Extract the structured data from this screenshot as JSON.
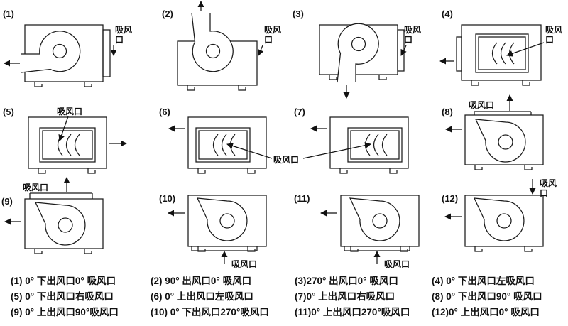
{
  "colors": {
    "line": "#1a1a1a",
    "background": "#ffffff"
  },
  "units": [
    {
      "num": "(1)",
      "inlet": "吸风口"
    },
    {
      "num": "(2)",
      "inlet": "吸风口"
    },
    {
      "num": "(3)",
      "inlet": "吸风口"
    },
    {
      "num": "(4)",
      "inlet": "吸风口"
    },
    {
      "num": "(5)",
      "inlet": "吸风口"
    },
    {
      "num": "(6)",
      "inlet": "吸风口"
    },
    {
      "num": "(7)",
      "inlet": ""
    },
    {
      "num": "(8)",
      "inlet": "吸风口"
    },
    {
      "num": "(9)",
      "inlet": "吸风口"
    },
    {
      "num": "(10)",
      "inlet": "吸风口"
    },
    {
      "num": "(11)",
      "inlet": "吸风口"
    },
    {
      "num": "(12)",
      "inlet": "吸风口"
    }
  ],
  "captions": [
    "(1) 0° 下出风口0° 吸风口",
    "(2) 90° 出风口0° 吸风口",
    "(3)270° 出风口0° 吸风口",
    "(4) 0° 下出风口左吸风口",
    "(5) 0° 下出风口右吸风口",
    "(6) 0° 上出风口左吸风口",
    "(7)0° 上出风口右吸风口",
    "(8) 0° 下出风口90° 吸风口",
    "(9) 0° 上出风口90°吸风口",
    "(10) 0° 下出风口270°吸风口",
    "(11)0° 上出风口270°吸风口",
    "(12)0° 上出风口0° 吸风口"
  ]
}
